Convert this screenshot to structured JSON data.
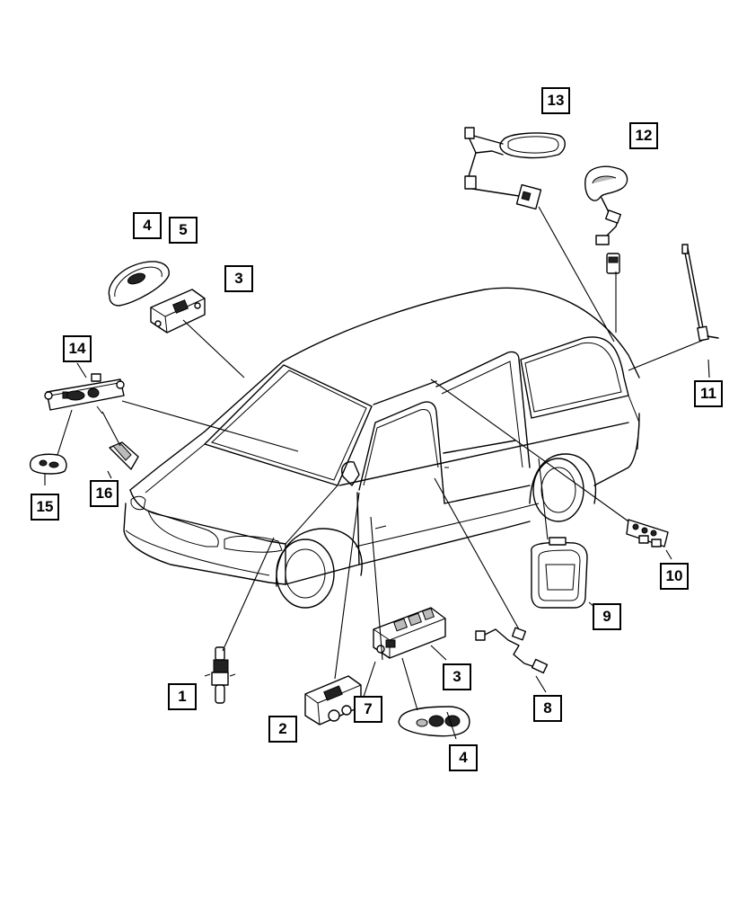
{
  "callouts": [
    {
      "id": "c1",
      "label": "1"
    },
    {
      "id": "c2",
      "label": "2"
    },
    {
      "id": "c3a",
      "label": "3"
    },
    {
      "id": "c3b",
      "label": "3"
    },
    {
      "id": "c4a",
      "label": "4"
    },
    {
      "id": "c4b",
      "label": "4"
    },
    {
      "id": "c5",
      "label": "5"
    },
    {
      "id": "c7",
      "label": "7"
    },
    {
      "id": "c8",
      "label": "8"
    },
    {
      "id": "c9",
      "label": "9"
    },
    {
      "id": "c10",
      "label": "10"
    },
    {
      "id": "c11",
      "label": "11"
    },
    {
      "id": "c12",
      "label": "12"
    },
    {
      "id": "c13",
      "label": "13"
    },
    {
      "id": "c14",
      "label": "14"
    },
    {
      "id": "c15",
      "label": "15"
    },
    {
      "id": "c16",
      "label": "16"
    }
  ]
}
